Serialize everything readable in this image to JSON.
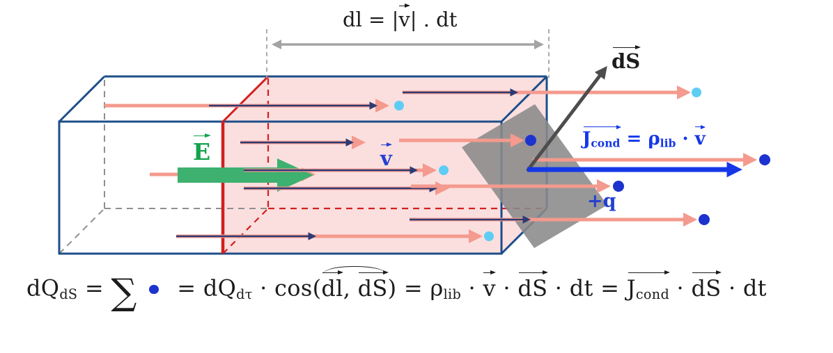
{
  "colors": {
    "box": "#1d4e89",
    "red": "#d31f1f",
    "pink": "rgba(244,170,170,0.38)",
    "salmon": "#f49a8e",
    "navy": "#2e3b72",
    "dot_blue": "#1d33cf",
    "dot_cyan": "#5ecdf4",
    "green": "#3eb06f",
    "green_label": "#13a24c",
    "surface": "#8a8a8a",
    "gray_dash": "#8f8f8f",
    "measure": "#a3a3a3",
    "ds_arrow": "#4d4d4d",
    "blue": "#1537e8",
    "blue_label": "#2540d0",
    "text": "#1c1c1c"
  },
  "labels": {
    "dl_top": [
      {
        "t": "dl = |"
      },
      {
        "t": "v",
        "vec": true
      },
      {
        "t": "| . dt"
      }
    ],
    "e_field": [
      {
        "t": "E",
        "vec": true
      }
    ],
    "velocity": [
      {
        "t": "v",
        "vec": true
      }
    ],
    "surface_normal": [
      {
        "t": "dS",
        "vec": true
      }
    ],
    "current_density": [
      {
        "vec": true,
        "g": [
          {
            "t": "J"
          },
          {
            "t": "cond",
            "sub": true
          }
        ]
      },
      {
        "t": " = ρ"
      },
      {
        "t": "lib",
        "sub": true
      },
      {
        "t": " · "
      },
      {
        "t": "v",
        "vec": true
      }
    ],
    "charge": [
      {
        "t": "+q"
      }
    ]
  },
  "formula": {
    "tokens": [
      {
        "t": "dQ"
      },
      {
        "t": "dS",
        "sub": true
      },
      {
        "t": " = "
      },
      {
        "t": "∑",
        "big": true
      },
      {
        "dot": true
      },
      {
        "t": " = dQ"
      },
      {
        "t": "dτ",
        "sub": true
      },
      {
        "t": " · cos("
      },
      {
        "hat": true,
        "g": [
          {
            "t": "dl",
            "vec": true
          },
          {
            "t": ", "
          },
          {
            "t": "dS",
            "vec": true
          }
        ]
      },
      {
        "t": ") = ρ"
      },
      {
        "t": "lib",
        "sub": true
      },
      {
        "t": " · "
      },
      {
        "t": "v",
        "vec": true
      },
      {
        "t": " · "
      },
      {
        "t": "dS",
        "vec": true
      },
      {
        "t": " · dt = "
      },
      {
        "vec": true,
        "g": [
          {
            "t": "J"
          },
          {
            "t": "cond",
            "sub": true
          }
        ]
      },
      {
        "t": " · "
      },
      {
        "t": "dS",
        "vec": true
      },
      {
        "t": " · dt"
      }
    ]
  }
}
